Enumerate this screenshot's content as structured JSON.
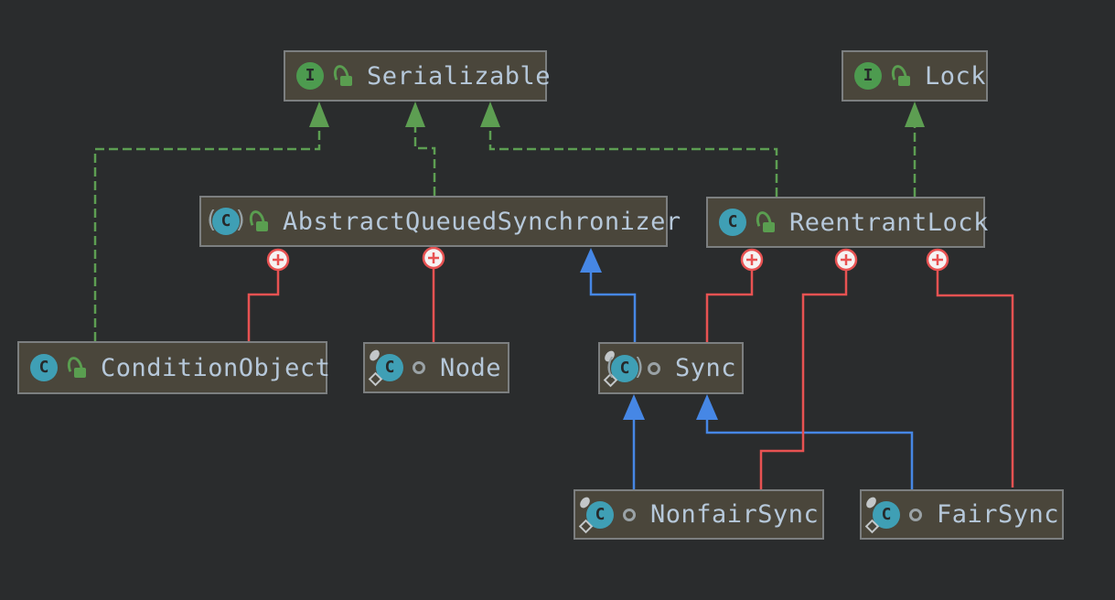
{
  "colors": {
    "background": "#2a2c2d",
    "node_fill": "#4a463b",
    "node_border": "#7c7f80",
    "node_text": "#b6c8da",
    "implements_edge_green": "#5d9e52",
    "extends_edge_blue": "#4687e5",
    "inner_class_edge_red": "#e85252",
    "interface_icon_green": "#4d9b4f",
    "class_icon_teal": "#3f9fb5",
    "public_lock_green": "#5a9e50"
  },
  "icons": {
    "interface_letter": "I",
    "class_letter": "C",
    "abstract_paren_open": "(",
    "abstract_paren_close": ")"
  },
  "nodes": {
    "serializable": {
      "label": "Serializable",
      "kind": "interface",
      "visibility": "public"
    },
    "lock": {
      "label": "Lock",
      "kind": "interface",
      "visibility": "public"
    },
    "abstract_queued_synchronizer": {
      "label": "AbstractQueuedSynchronizer",
      "kind": "abstract-class",
      "visibility": "public"
    },
    "reentrant_lock": {
      "label": "ReentrantLock",
      "kind": "class",
      "visibility": "public"
    },
    "condition_object": {
      "label": "ConditionObject",
      "kind": "class",
      "visibility": "public"
    },
    "node": {
      "label": "Node",
      "kind": "nested-class",
      "visibility": "package-local"
    },
    "sync": {
      "label": "Sync",
      "kind": "nested-abstract-class",
      "visibility": "package-local"
    },
    "nonfair_sync": {
      "label": "NonfairSync",
      "kind": "nested-class",
      "visibility": "package-local"
    },
    "fair_sync": {
      "label": "FairSync",
      "kind": "nested-class",
      "visibility": "package-local"
    }
  },
  "edges": [
    {
      "from": "ConditionObject",
      "to": "Serializable",
      "type": "implements"
    },
    {
      "from": "AbstractQueuedSynchronizer",
      "to": "Serializable",
      "type": "implements"
    },
    {
      "from": "ReentrantLock",
      "to": "Serializable",
      "type": "implements"
    },
    {
      "from": "ReentrantLock",
      "to": "Lock",
      "type": "implements"
    },
    {
      "from": "Sync",
      "to": "AbstractQueuedSynchronizer",
      "type": "extends"
    },
    {
      "from": "NonfairSync",
      "to": "Sync",
      "type": "extends"
    },
    {
      "from": "FairSync",
      "to": "Sync",
      "type": "extends"
    },
    {
      "from": "AbstractQueuedSynchronizer",
      "to": "ConditionObject",
      "type": "inner-class"
    },
    {
      "from": "AbstractQueuedSynchronizer",
      "to": "Node",
      "type": "inner-class"
    },
    {
      "from": "ReentrantLock",
      "to": "Sync",
      "type": "inner-class"
    },
    {
      "from": "ReentrantLock",
      "to": "NonfairSync",
      "type": "inner-class"
    },
    {
      "from": "ReentrantLock",
      "to": "FairSync",
      "type": "inner-class"
    }
  ]
}
